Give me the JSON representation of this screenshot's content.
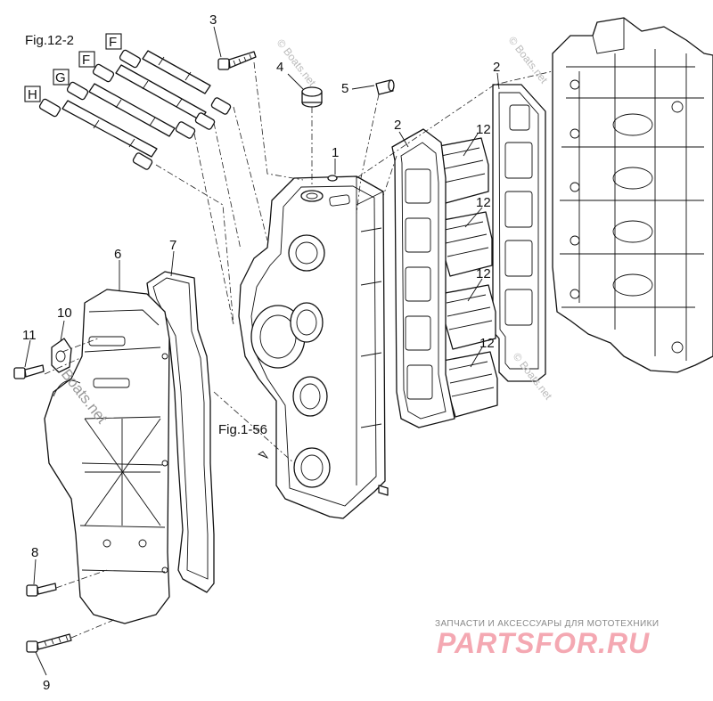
{
  "figure": {
    "ref_top": "Fig.12-2",
    "ref_mid": "Fig.1-56",
    "connectors": [
      "F",
      "F",
      "G",
      "H"
    ]
  },
  "callouts": [
    "1",
    "2",
    "2",
    "3",
    "4",
    "5",
    "6",
    "7",
    "8",
    "9",
    "10",
    "11",
    "12",
    "12",
    "12",
    "12"
  ],
  "watermarks": {
    "boats": "© Boats.net",
    "boats_short": "Boats.net"
  },
  "branding": {
    "tagline": "ЗАПЧАСТИ И АКСЕССУАРЫ ДЛЯ МОТОТЕХНИКИ",
    "logo": "PARTSFOR.RU"
  }
}
